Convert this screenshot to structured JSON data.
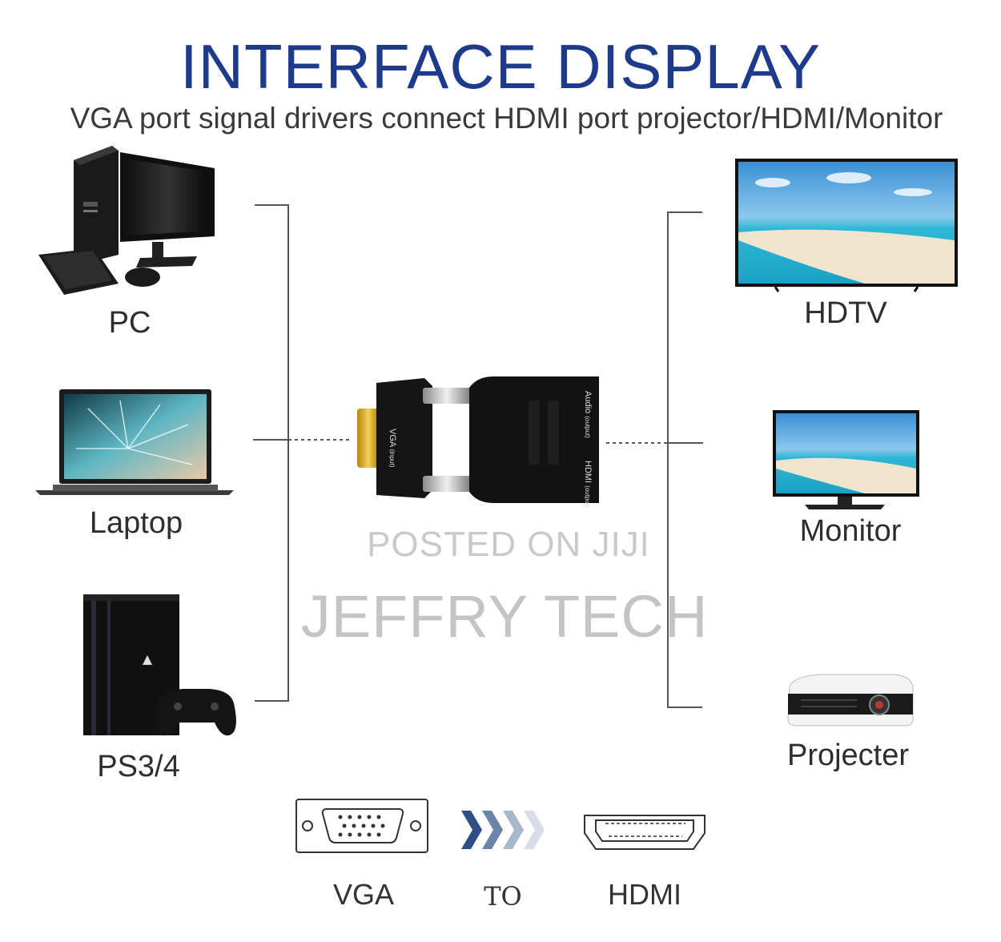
{
  "title": "INTERFACE DISPLAY",
  "subtitle": "VGA port signal drivers connect HDMI port projector/HDMI/Monitor",
  "sources": {
    "pc": "PC",
    "laptop": "Laptop",
    "console": "PS3/4"
  },
  "outputs": {
    "hdtv": "HDTV",
    "monitor": "Monitor",
    "projector": "Projecter"
  },
  "adapter": {
    "vga_port_label": "VGA",
    "vga_port_sub": "(input)",
    "audio_port_label": "Audio",
    "audio_port_sub": "(output)",
    "hdmi_port_label": "HDMI",
    "hdmi_port_sub": "(output)"
  },
  "watermark": {
    "line1": "POSTED ON JIJI",
    "line2": "JEFFRY TECH"
  },
  "conversion": {
    "from": "VGA",
    "to_word": "TO",
    "to": "HDMI"
  },
  "colors": {
    "title": "#1e3a8a",
    "arrow_dark": "#2d4f86",
    "arrow_light": "#d7dde6",
    "line": "#555555"
  }
}
